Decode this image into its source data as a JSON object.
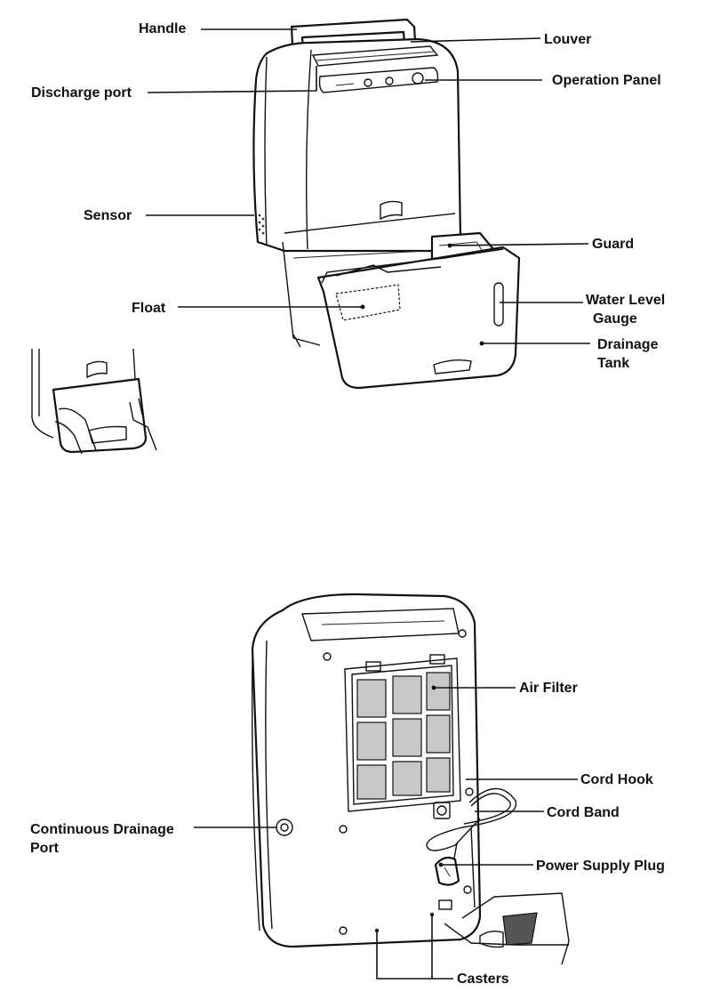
{
  "front": {
    "labels": {
      "handle": "Handle",
      "louver": "Louver",
      "operation_panel": "Operation Panel",
      "discharge_port": "Discharge port",
      "sensor": "Sensor",
      "guard": "Guard",
      "float": "Float",
      "water_level_gauge_1": "Water Level",
      "water_level_gauge_2": "Gauge",
      "drainage_tank_1": "Drainage",
      "drainage_tank_2": "Tank"
    }
  },
  "back": {
    "labels": {
      "air_filter": "Air Filter",
      "cord_hook": "Cord Hook",
      "cord_band": "Cord Band",
      "continuous_drainage_port_1": "Continuous Drainage",
      "continuous_drainage_port_2": "Port",
      "power_supply_plug": "Power Supply Plug",
      "casters": "Casters"
    }
  }
}
